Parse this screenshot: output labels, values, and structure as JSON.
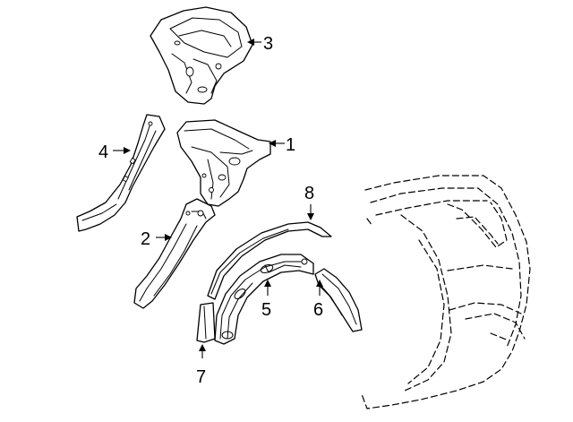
{
  "diagram": {
    "callouts": [
      {
        "id": "p1",
        "label": "1"
      },
      {
        "id": "p2",
        "label": "2"
      },
      {
        "id": "p3",
        "label": "3"
      },
      {
        "id": "p4",
        "label": "4"
      },
      {
        "id": "p5",
        "label": "5"
      },
      {
        "id": "p6",
        "label": "6"
      },
      {
        "id": "p7",
        "label": "7"
      },
      {
        "id": "p8",
        "label": "8"
      }
    ]
  }
}
